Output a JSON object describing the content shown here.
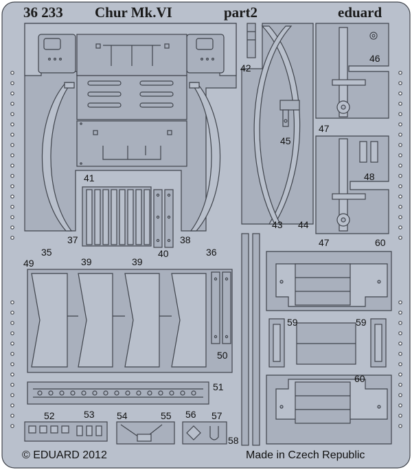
{
  "header": {
    "set_number": "36 233",
    "title": "Chur Mk.VI",
    "part": "part2",
    "brand": "eduard"
  },
  "footer": {
    "copyright": "© EDUARD 2012",
    "origin": "Made in Czech Republic"
  },
  "part_numbers": {
    "p35": "35",
    "p36": "36",
    "p37": "37",
    "p38": "38",
    "p39a": "39",
    "p39b": "39",
    "p40": "40",
    "p41": "41",
    "p42": "42",
    "p43": "43",
    "p44": "44",
    "p45": "45",
    "p46": "46",
    "p47a": "47",
    "p47b": "47",
    "p48": "48",
    "p49": "49",
    "p50": "50",
    "p51": "51",
    "p52": "52",
    "p53": "53",
    "p54": "54",
    "p55": "55",
    "p56": "56",
    "p57": "57",
    "p58": "58",
    "p59a": "59",
    "p59b": "59",
    "p60a": "60",
    "p60b": "60"
  },
  "colors": {
    "fret": "#b9c0cc",
    "part": "#a9b0bd",
    "outline": "#3f434b"
  }
}
